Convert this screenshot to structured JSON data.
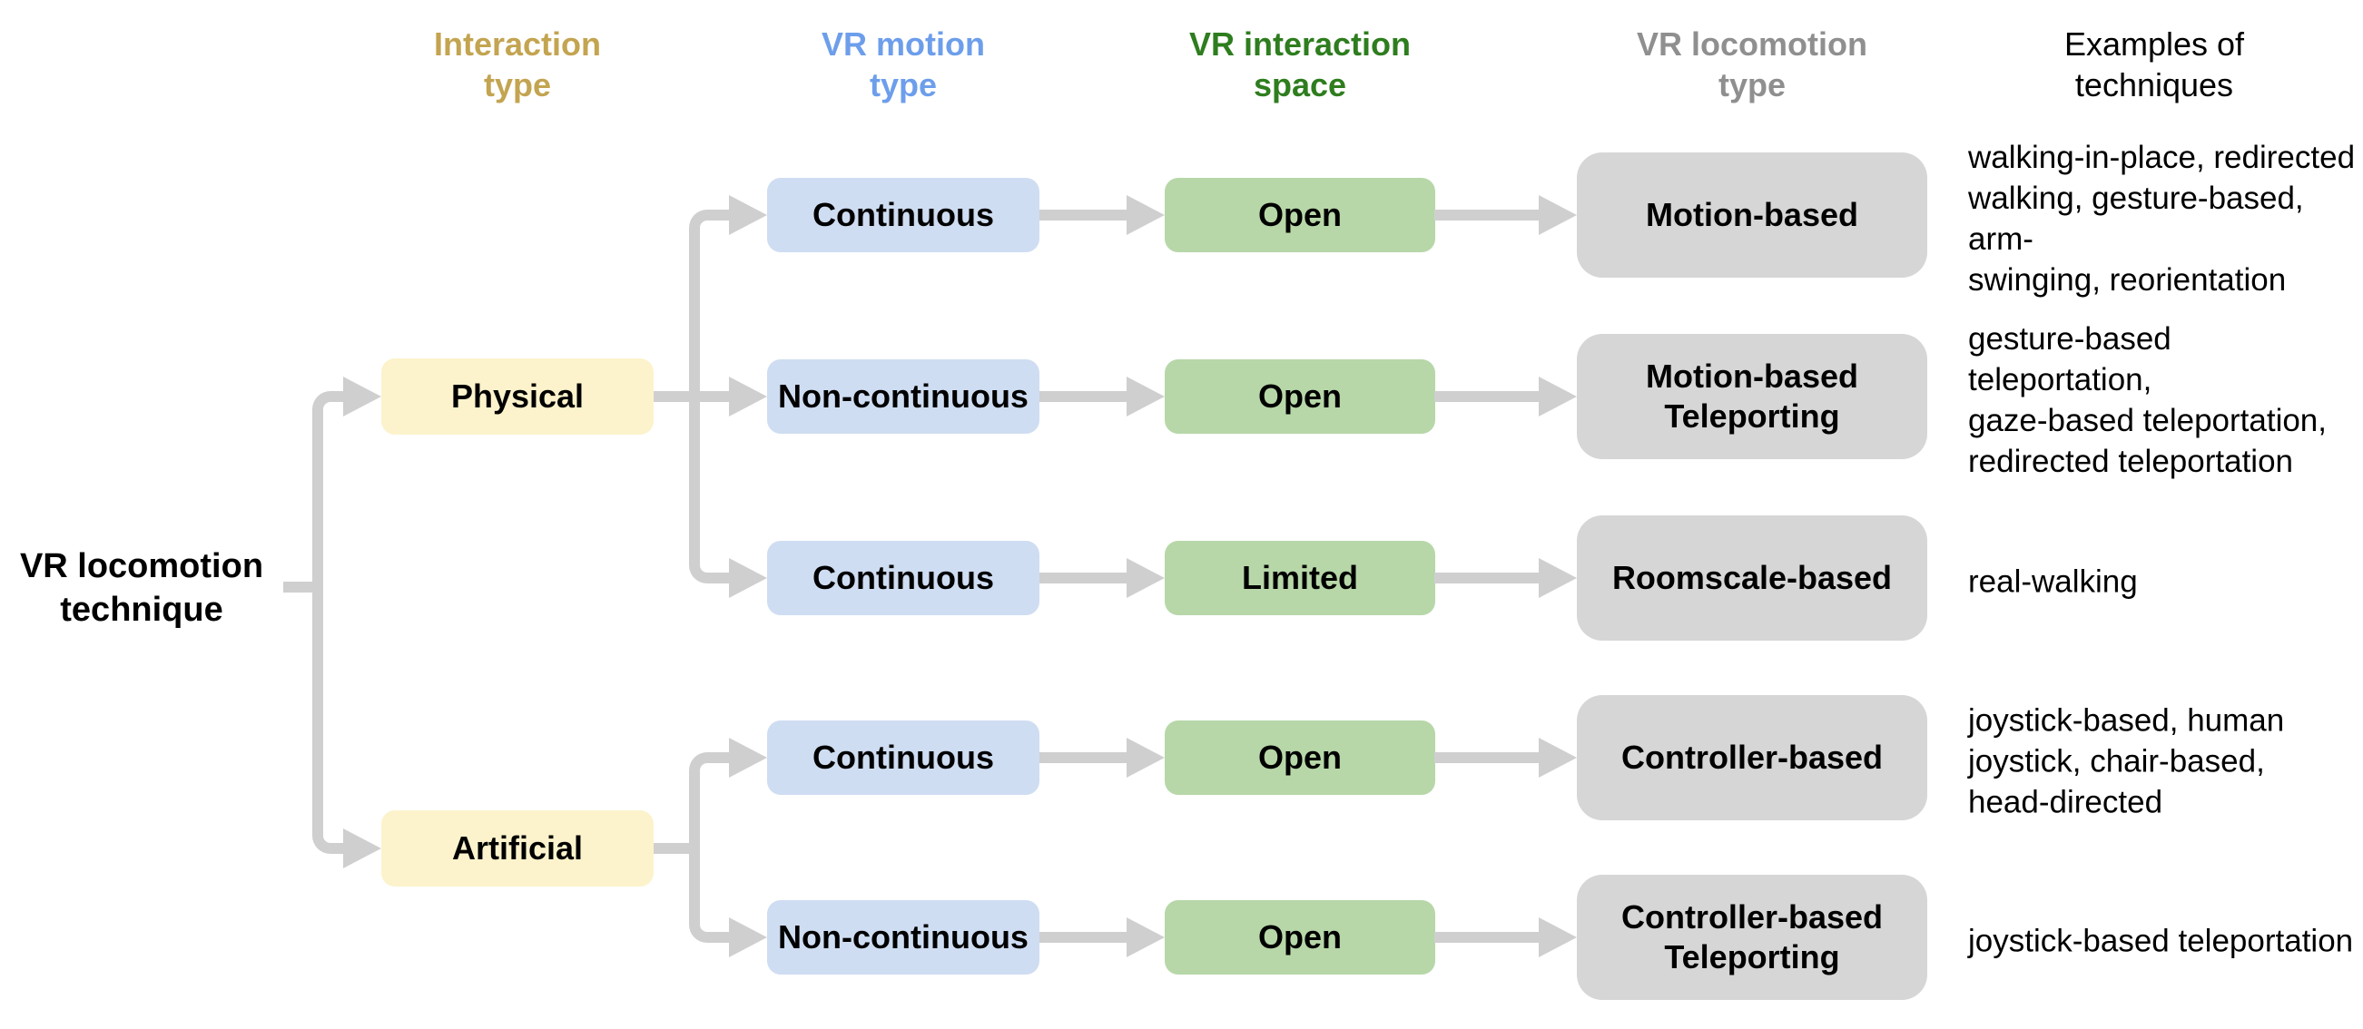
{
  "diagram": {
    "root_label": "VR locomotion\ntechnique",
    "headers": [
      {
        "label": "Interaction\ntype"
      },
      {
        "label": "VR motion\ntype"
      },
      {
        "label": "VR interaction\nspace"
      },
      {
        "label": "VR locomotion\ntype"
      },
      {
        "label": "Examples of\ntechniques"
      }
    ],
    "interaction_types": [
      {
        "label": "Physical"
      },
      {
        "label": "Artificial"
      }
    ],
    "rows": [
      {
        "motion": "Continuous",
        "space": "Open",
        "locomotion": "Motion-based",
        "examples": "walking-in-place, redirected\nwalking, gesture-based, arm-\nswinging, reorientation"
      },
      {
        "motion": "Non-continuous",
        "space": "Open",
        "locomotion": "Motion-based\nTeleporting",
        "examples": "gesture-based teleportation,\ngaze-based teleportation,\nredirected teleportation"
      },
      {
        "motion": "Continuous",
        "space": "Limited",
        "locomotion": "Roomscale-based",
        "examples": "real-walking"
      },
      {
        "motion": "Continuous",
        "space": "Open",
        "locomotion": "Controller-based",
        "examples": "joystick-based, human\njoystick, chair-based,\nhead-directed"
      },
      {
        "motion": "Non-continuous",
        "space": "Open",
        "locomotion": "Controller-based\nTeleporting",
        "examples": "joystick-based teleportation"
      }
    ],
    "colors": {
      "line-gray": "#cfcfcf",
      "box-yellow": "#fcf3cc",
      "box-blue": "#cfddf2",
      "box-green": "#b7d7a8",
      "box-gray": "#d6d6d6",
      "header-gold": "#c3a450",
      "header-blue": "#6d9eeb",
      "header-green": "#2e7d1e",
      "header-gray": "#8f8f8f",
      "text-black": "#000000"
    }
  }
}
